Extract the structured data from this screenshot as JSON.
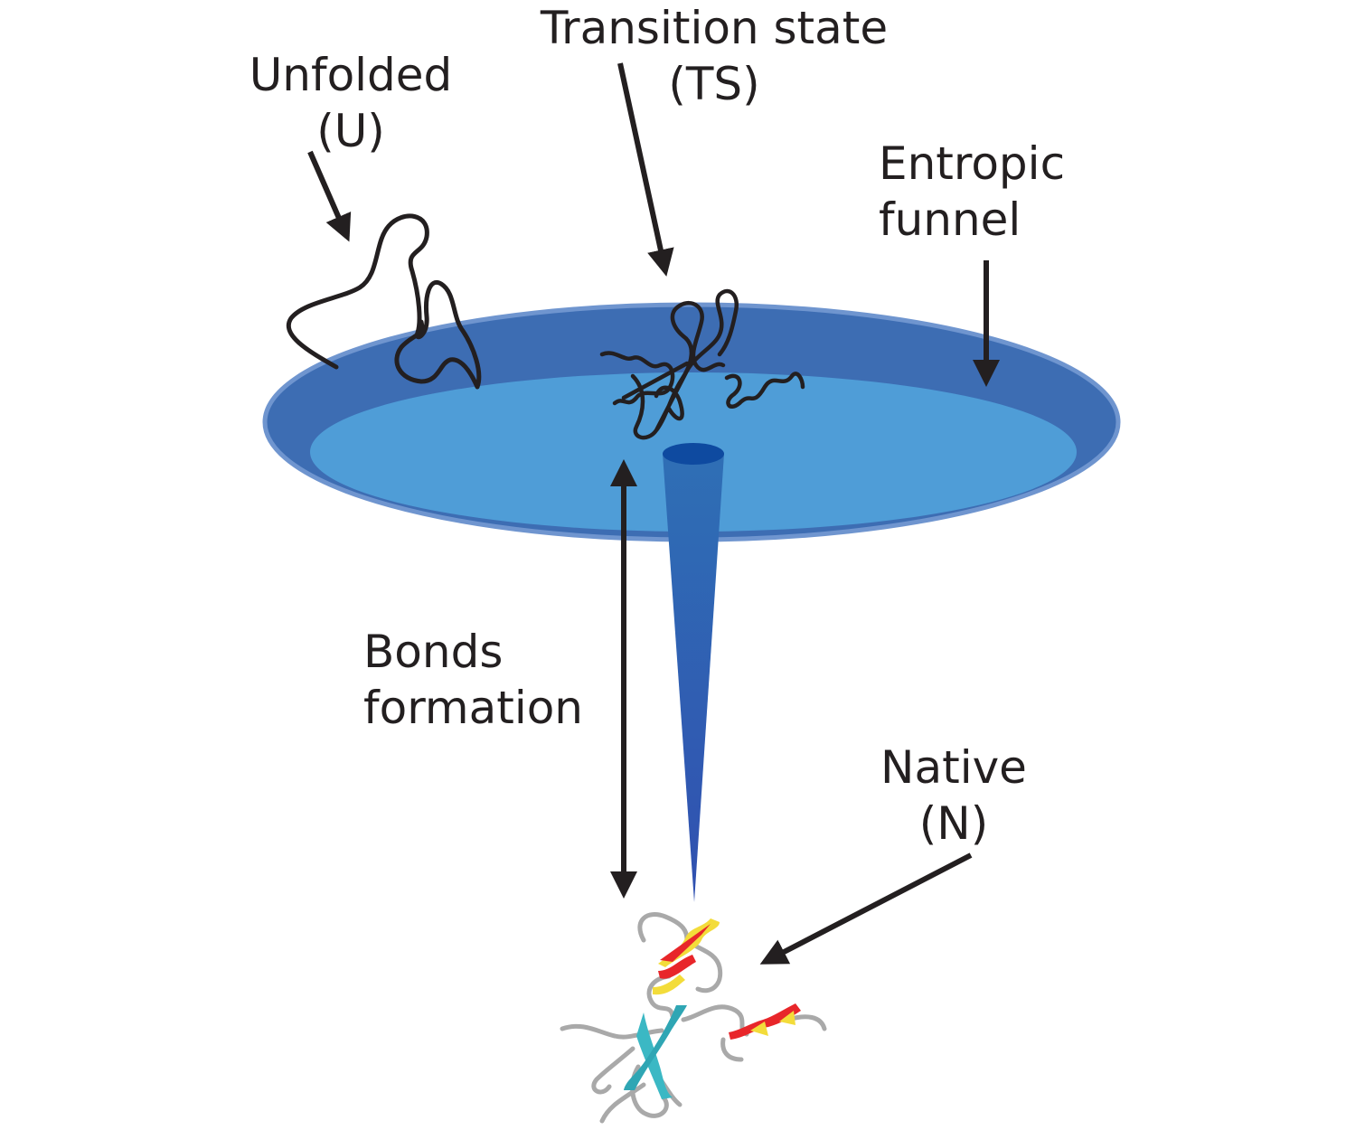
{
  "labels": {
    "unfolded": {
      "line1": "Unfolded",
      "line2": "(U)"
    },
    "transition": {
      "line1": "Transition state",
      "line2": "(TS)"
    },
    "entropic": {
      "line1": "Entropic",
      "line2": "funnel"
    },
    "bonds": {
      "line1": "Bonds",
      "line2": "formation"
    },
    "native": {
      "line1": "Native",
      "line2": "(N)"
    }
  },
  "colors": {
    "disc_outer": "#3c6eb4",
    "disc_inner": "#4e9bd6",
    "funnel": "#3355aa",
    "ink": "#231f20",
    "helix_red": "#e8262a",
    "helix_yellow": "#f3dc3a",
    "strand": "#3bb8c4",
    "coil": "#a9a9a9"
  }
}
